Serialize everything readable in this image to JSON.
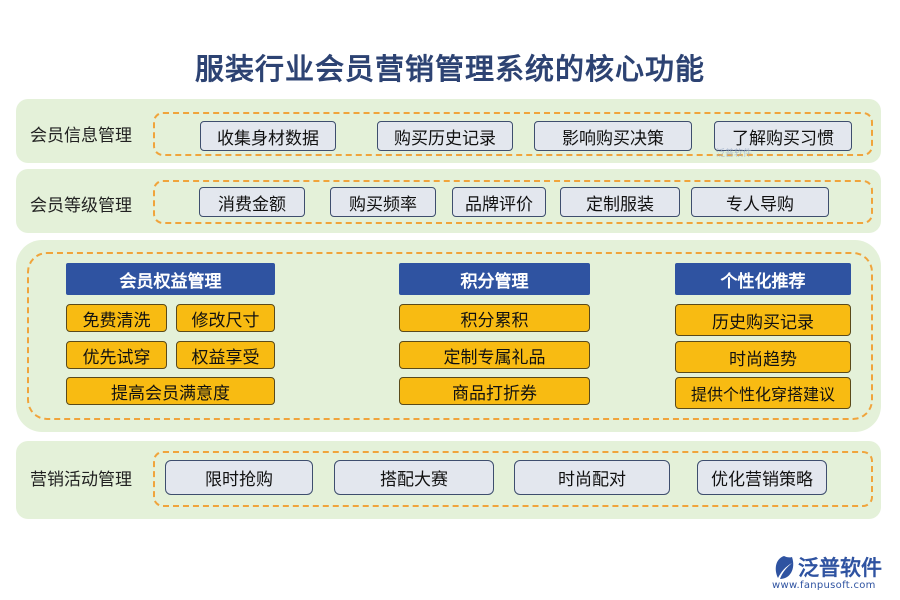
{
  "title": "服装行业会员营销管理系统的核心功能",
  "rows": {
    "info": {
      "label": "会员信息管理",
      "items": [
        "收集身材数据",
        "购买历史记录",
        "影响购买决策",
        "了解购买习惯"
      ]
    },
    "level": {
      "label": "会员等级管理",
      "items": [
        "消费金额",
        "购买频率",
        "品牌评价",
        "定制服装",
        "专人导购"
      ]
    },
    "marketing": {
      "label": "营销活动管理",
      "items": [
        "限时抢购",
        "搭配大赛",
        "时尚配对",
        "优化营销策略"
      ]
    }
  },
  "middle": {
    "rights": {
      "title": "会员权益管理",
      "items": [
        "免费清洗",
        "修改尺寸",
        "优先试穿",
        "权益享受",
        "提高会员满意度"
      ]
    },
    "points": {
      "title": "积分管理",
      "items": [
        "积分累积",
        "定制专属礼品",
        "商品打折券"
      ]
    },
    "personal": {
      "title": "个性化推荐",
      "items": [
        "历史购买记录",
        "时尚趋势",
        "提供个性化穿搭建议"
      ]
    }
  },
  "watermark_small": "泛普软件",
  "logo": {
    "name": "泛普软件",
    "url": "www.fanpusoft.com",
    "color": "#2f53a1"
  },
  "colors": {
    "band": "#e4f1d9",
    "dash": "#f0a43c",
    "head": "#2f53a1",
    "gold": "#f8bb12",
    "pill": "#e3e7ee"
  }
}
